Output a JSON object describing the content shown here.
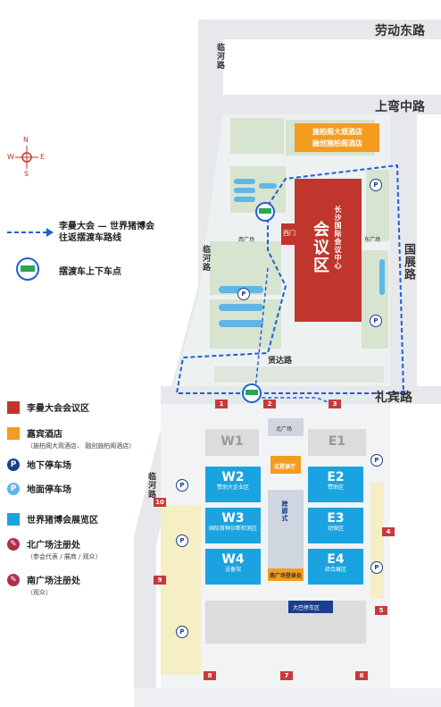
{
  "compass": {
    "n": "N",
    "s": "S",
    "e": "E",
    "w": "W"
  },
  "roads": {
    "laodong": "劳动东路",
    "shangwan": "上弯中路",
    "libin": "礼宾路",
    "guozhan": "国展路",
    "xianda": "贤达路",
    "linhe_top": "临河路",
    "linhe_mid": "临河路",
    "linhe_low": "临河路"
  },
  "legend": {
    "shuttle_line1": "李曼大会 — 世界猪博会",
    "shuttle_line2": "往返摆渡车路线",
    "shuttle_stop": "摆渡车上下车点",
    "conference": "李曼大会会议区",
    "hotel": "嘉宾酒店",
    "hotel_sub": "（施柏阁大观酒店、 融创施柏阁酒店）",
    "underground_parking": "地下停车场",
    "ground_parking": "地面停车场",
    "expo_hall": "世界猪博会展览区",
    "north_reg": "北广场注册处",
    "north_reg_sub": "（参会代表 / 展商 / 观众）",
    "south_reg": "南广场注册处",
    "south_reg_sub": "（观众）"
  },
  "map_labels": {
    "hotel_line1": "施柏阁大观酒店",
    "hotel_line2": "融创施柏阁酒店",
    "conf_big1": "会",
    "conf_big2": "议",
    "conf_big3": "区",
    "conf_sub": "长沙国际会议中心",
    "west_gate": "西门",
    "west_square": "西广场",
    "east_square": "东广场",
    "north_square": "北广场",
    "north_hall": "北登录厅",
    "south_reg_hall": "南广场登录处",
    "corridor": "跨廊式",
    "underground_area": "大巴停车区"
  },
  "halls": [
    {
      "code": "W1",
      "name": ""
    },
    {
      "code": "W2",
      "name": "赞助大企业区"
    },
    {
      "code": "W3",
      "name": "国际育种诊断检测区"
    },
    {
      "code": "W4",
      "name": "设备馆"
    },
    {
      "code": "E1",
      "name": ""
    },
    {
      "code": "E2",
      "name": "赞助区"
    },
    {
      "code": "E3",
      "name": "动保区"
    },
    {
      "code": "E4",
      "name": "综合展区"
    }
  ],
  "gates": {
    "g1": "1",
    "g2": "2",
    "g3": "3",
    "g4": "4",
    "g5": "5",
    "g6": "6",
    "g7": "7",
    "g8": "8",
    "g9": "9",
    "g10": "10"
  },
  "parking": {
    "p": "P"
  },
  "colors": {
    "conference": "#c0362c",
    "hotel": "#f39c1f",
    "expo": "#1aa3e0",
    "underground_parking": "#1a3f8c",
    "ground_parking": "#5fb6e8",
    "registration": "#b0304a",
    "shuttle": "#1f5fd6",
    "green": "#d6e4d0",
    "road": "#e4e6ea"
  }
}
